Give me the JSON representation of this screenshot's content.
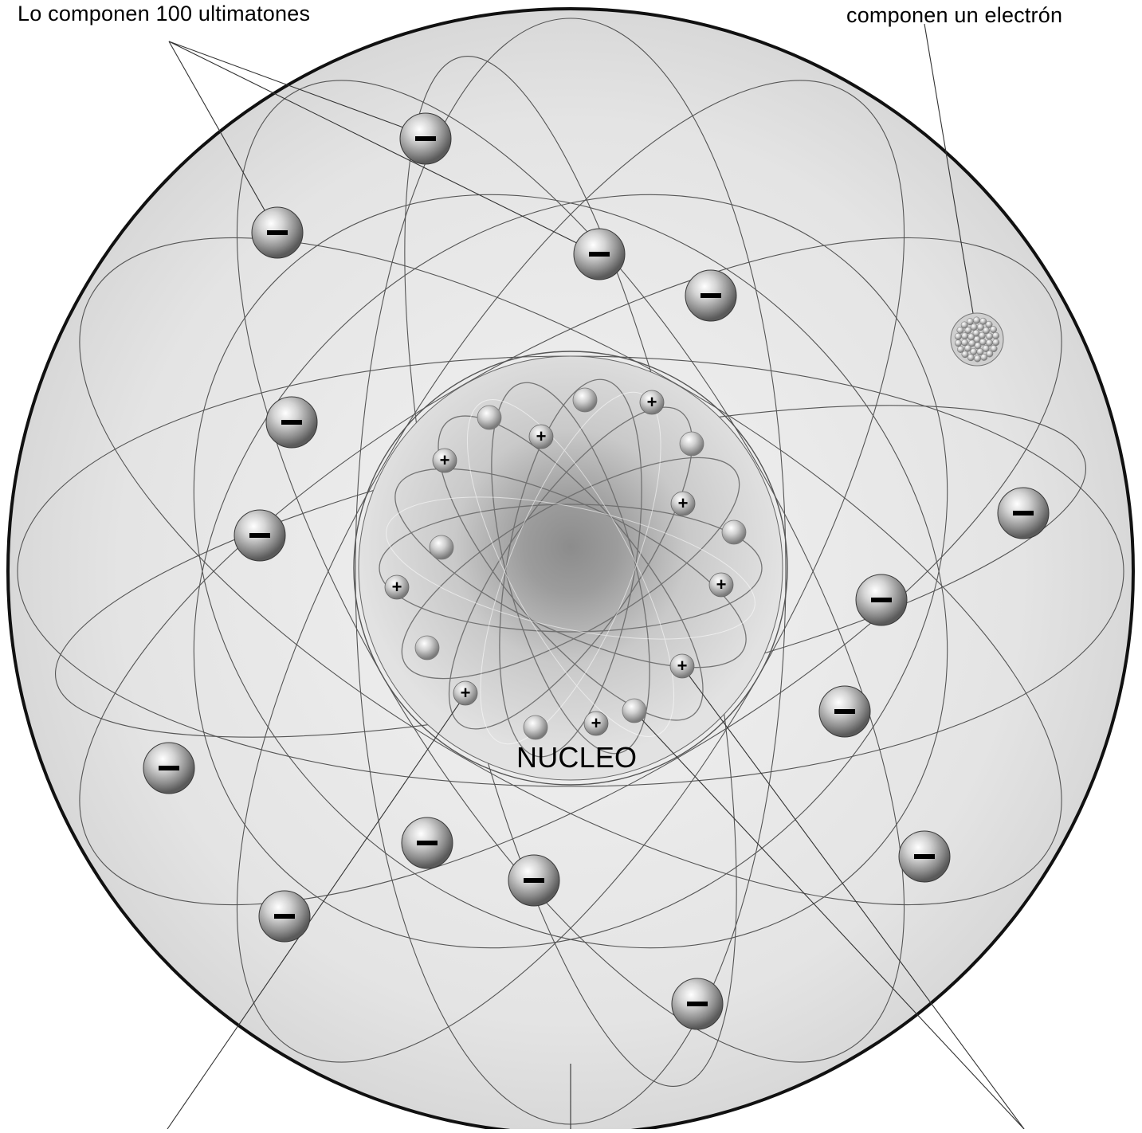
{
  "labels": {
    "electron_composition": "Lo componen 100 ultimatones",
    "electron_callout": "componen un electrón",
    "nucleus": "NUCLEO"
  },
  "symbols": {
    "electron_charge": "−",
    "proton_charge": "+"
  },
  "colors": {
    "atom_fill": "#e6e6e6",
    "atom_outline": "#111111",
    "nucleus_core": "#8a8a8a",
    "orbit_line": "#555555",
    "leader_line": "#333333"
  }
}
